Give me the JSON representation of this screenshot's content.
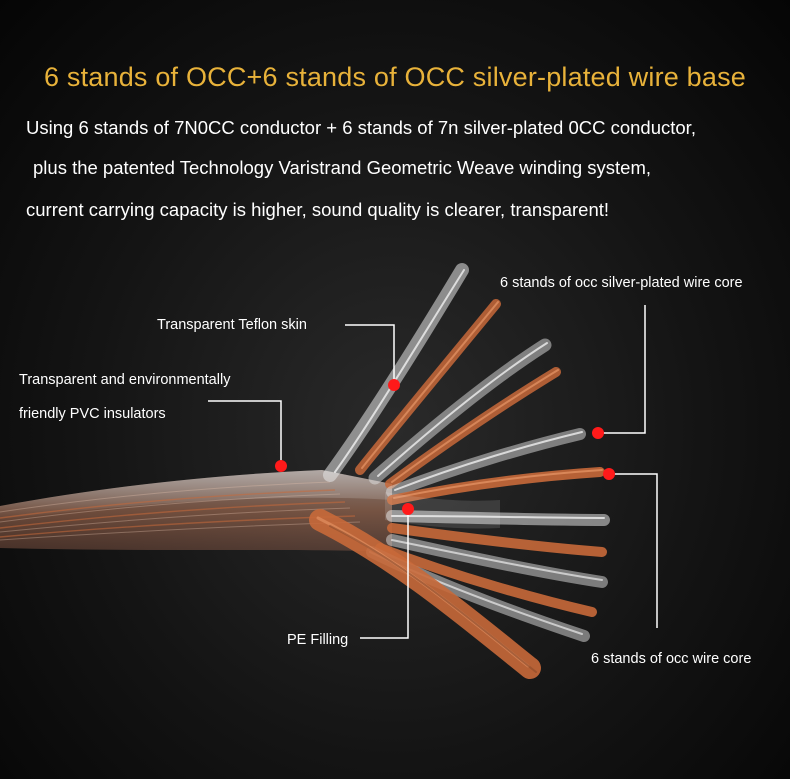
{
  "heading": "6 stands of OCC+6 stands of OCC silver-plated wire base",
  "description": {
    "line1": "Using 6 stands of 7N0CC conductor + 6 stands of 7n silver-plated 0CC conductor,",
    "line2": "plus the patented Technology Varistrand Geometric Weave winding system,",
    "line3": "current carrying capacity is higher, sound quality is clearer, transparent!"
  },
  "callouts": {
    "silver_core": "6 stands of occ silver-plated wire core",
    "teflon": "Transparent Teflon skin",
    "pvc_line1": "Transparent and environmentally",
    "pvc_line2": "friendly PVC insulators",
    "pe_filling": "PE Filling",
    "occ_core": "6 stands of occ wire core"
  },
  "colors": {
    "heading": "#e8b23a",
    "marker": "#ff1a1a",
    "leader_line": "#ffffff",
    "copper": "#c8693a",
    "silver": "#dcdcdc"
  }
}
